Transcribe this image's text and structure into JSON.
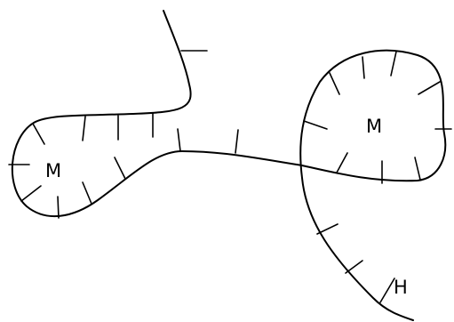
{
  "labels": {
    "left_low": "M",
    "right_low": "M",
    "high": "H"
  },
  "colors": {
    "line": "#000000",
    "background": "#ffffff"
  }
}
